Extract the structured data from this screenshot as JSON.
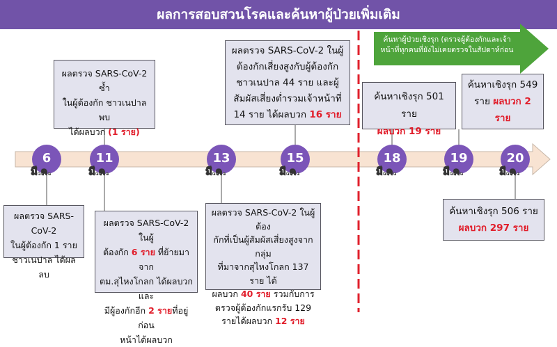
{
  "title": "ผลการสอบสวนโรคและค้นหาผู้ป่วยเพิ่มเติม",
  "month": "มี.ค.",
  "nodes": [
    "6",
    "11",
    "13",
    "15",
    "18",
    "19",
    "20"
  ],
  "green_note": "ค้นหาผู้ป่วยเชิงรุก (ตรวจผู้ต้องกักและเจ้าหน้าที่ทุกคนที่ยังไม่เคยตรวจในสัปดาห์ก่อน",
  "boxes": {
    "d6": {
      "t1": "ผลตรวจ SARS-CoV-2",
      "t2": "ในผู้ต้องกัก 1 ราย",
      "t3": "ชาวเนปาล ได้ผลลบ"
    },
    "d11a": {
      "t1": "ผลตรวจ SARS-CoV-2 ซ้ำ",
      "t2": "ในผู้ต้องกัก ชาวเนปาล พบ",
      "t3": "ได้ผลบวก",
      "r1": "(1 ราย)"
    },
    "d11b": {
      "t1": "ผลตรวจ SARS-CoV-2 ในผู้",
      "t2": "ต้องกัก",
      "r1": "6 ราย",
      "t3": "ที่ย้ายมาจาก",
      "t4": "ตม.สุไหงโกลก ได้ผลบวก และ",
      "t5": "มีผู้องกักอีก",
      "r2": "2 ราย",
      "t6": "ที่อยู่ก่อน",
      "t7": "หน้าได้ผลบวก"
    },
    "d13": {
      "t1": "ผลตรวจ SARS-CoV-2 ในผู้ต้อง",
      "t2": "กักที่เป็นผู้สัมผัสเสี่ยงสูงจากกลุ่ม",
      "t3": "ที่มาจากสุไหงโกลก 137 ราย ได้",
      "t4": "ผลบวก",
      "r1": "40 ราย",
      "t5": "รวมกับการ",
      "t6": "ตรวจผู้ต้องกักแรกรับ 129",
      "t7": "รายได้ผลบวก",
      "r2": "12 ราย"
    },
    "d15": {
      "t1": "ผลตรวจ SARS-CoV-2 ในผู้",
      "t2": "ต้องกักเสี่ยงสูงกับผู้ต้องกัก",
      "t3": "ชาวเนปาล 44 ราย และผู้",
      "t4": "สัมผัสเสี่ยงต่ำรวมเจ้าหน้าที่",
      "t5": "14 ราย ได้ผลบวก",
      "r1": "16 ราย"
    },
    "d18": {
      "t1": "ค้นหาเชิงรุก 501 ราย",
      "r1": "ผลบวก 19 ราย"
    },
    "d19": {
      "t1": "ค้นหาเชิงรุก 549",
      "t2": "ราย",
      "r1": "ผลบวก 2",
      "r2": "ราย"
    },
    "d20": {
      "t1": "ค้นหาเชิงรุก 506 ราย",
      "r1": "ผลบวก 297 ราย"
    }
  },
  "colors": {
    "banner": "#7153a8",
    "node": "#7b55b8",
    "highlight": "#e11d2a",
    "divider": "#e0202c",
    "green": "#4ea43b"
  }
}
